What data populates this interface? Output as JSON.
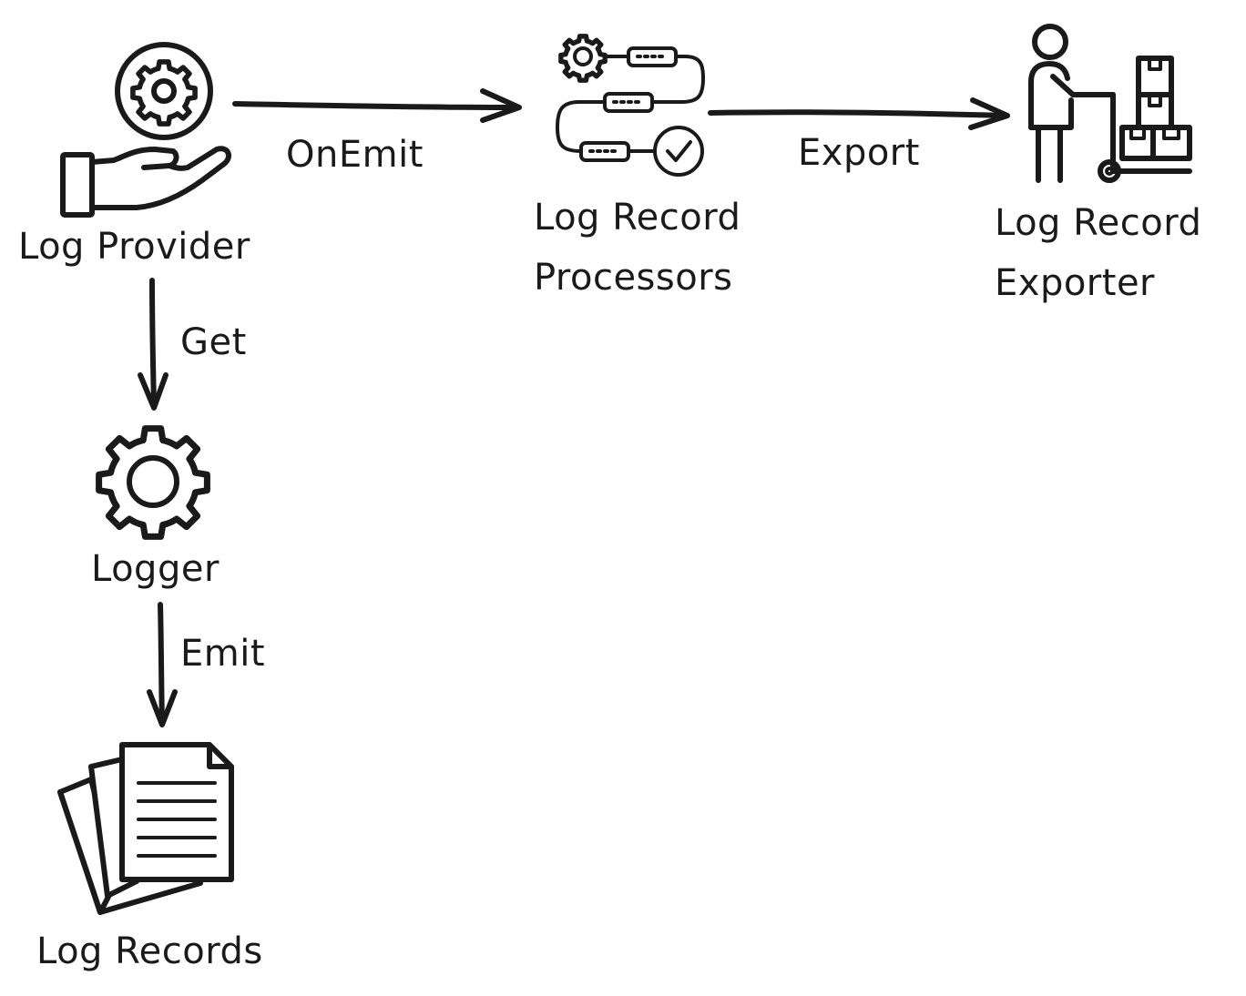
{
  "nodes": {
    "log_provider": {
      "label": "Log Provider",
      "icon": "hand-gear-icon"
    },
    "log_record_processors": {
      "line1": "Log Record",
      "line2": "Processors",
      "icon": "pipeline-icon"
    },
    "log_record_exporter": {
      "line1": "Log Record",
      "line2": "Exporter",
      "icon": "person-cart-icon"
    },
    "logger": {
      "label": "Logger",
      "icon": "gear-icon"
    },
    "log_records": {
      "label": "Log Records",
      "icon": "documents-icon"
    }
  },
  "edges": {
    "on_emit": {
      "label": "OnEmit",
      "from": "Log Provider",
      "to": "Log Record Processors"
    },
    "export": {
      "label": "Export",
      "from": "Log Record Processors",
      "to": "Log Record Exporter"
    },
    "get": {
      "label": "Get",
      "from": "Log Provider",
      "to": "Logger"
    },
    "emit": {
      "label": "Emit",
      "from": "Logger",
      "to": "Log Records"
    }
  },
  "colors": {
    "ink": "#1a1a1a",
    "background": "#ffffff"
  }
}
